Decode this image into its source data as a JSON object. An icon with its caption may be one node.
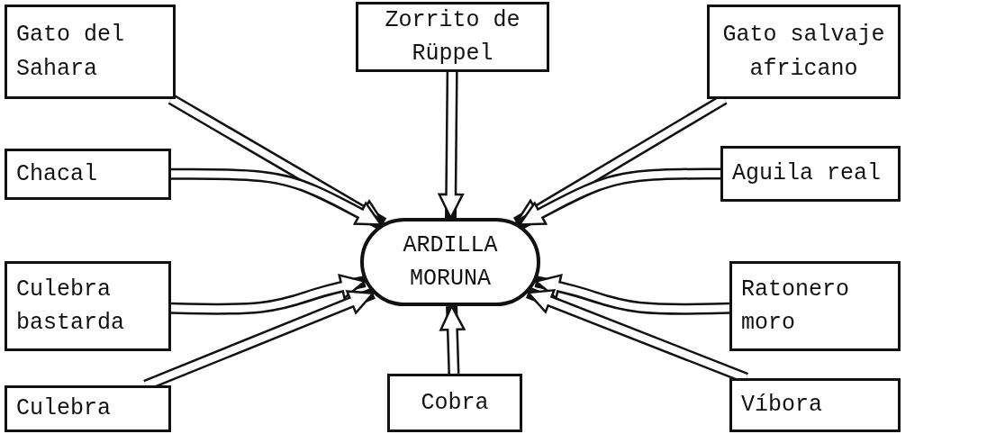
{
  "diagram": {
    "nodes": [
      {
        "text": [
          "Gato del Sahara"
        ]
      },
      {
        "text": [
          "Zorrito de Rüppel"
        ]
      },
      {
        "text": [
          "Gato salvaje africano"
        ]
      },
      {
        "text": [
          "Chacal"
        ]
      },
      {
        "text": [
          "ARDILLA MORUNA"
        ]
      },
      {
        "text": [
          "Aguila real"
        ]
      },
      {
        "text": [
          "Culebra bastarda"
        ]
      },
      {
        "text": [
          "Ratonero moro"
        ]
      },
      {
        "text": [
          "Culebra"
        ]
      },
      {
        "text": [
          "Cobra"
        ]
      },
      {
        "text": [
          "Víbora"
        ]
      }
    ],
    "edges": [
      {
        "from": 0,
        "to": 4,
        "arrow": "to"
      },
      {
        "from": 1,
        "to": 4,
        "arrow": "to"
      },
      {
        "from": 2,
        "to": 4,
        "arrow": "to"
      },
      {
        "from": 3,
        "to": 4,
        "arrow": "to"
      },
      {
        "from": 5,
        "to": 4,
        "arrow": "to"
      },
      {
        "from": 6,
        "to": 4,
        "arrow": "to"
      },
      {
        "from": 7,
        "to": 4,
        "arrow": "to"
      },
      {
        "from": 8,
        "to": 4,
        "arrow": "to"
      },
      {
        "from": 9,
        "to": 4,
        "arrow": "to"
      },
      {
        "from": 10,
        "to": 4,
        "arrow": "to"
      }
    ]
  }
}
